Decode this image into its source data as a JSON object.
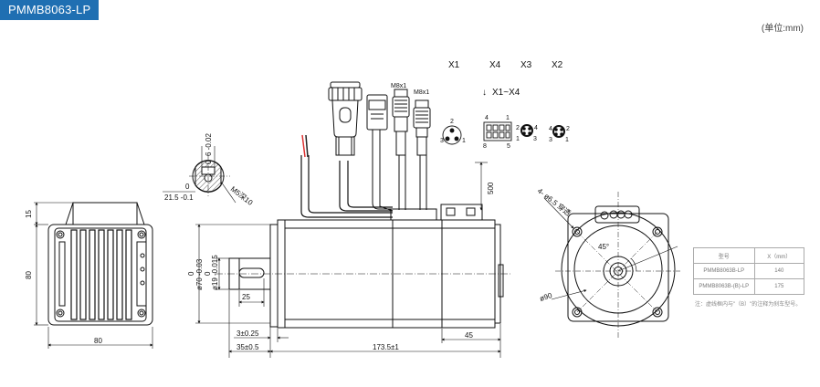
{
  "header": {
    "model_badge": "PMMB8063-LP",
    "unit_label": "(单位:mm)"
  },
  "connectors": {
    "x1": "X1",
    "x4": "X4",
    "x3": "X3",
    "x2": "X2",
    "range_arrow": "↓",
    "range_label": "X1~X4",
    "m8_a": "M8x1",
    "m8_b": "M8x1"
  },
  "pin_labels": {
    "x1_top": "2",
    "x1_left": "3",
    "x1_right": "1",
    "x4_top_left": "4",
    "x4_top_right": "1",
    "x4_bottom_left": "8",
    "x4_bottom_right": "5",
    "x3_left_top": "2",
    "x3_right_top": "4",
    "x3_left_bottom": "1",
    "x3_right_bottom": "3",
    "x2_left_top": "4",
    "x2_right_top": "2",
    "x2_left_bottom": "3",
    "x2_right_bottom": "1"
  },
  "dimensions": {
    "key_0": "0",
    "key_tol": "6 -0.02",
    "shaft_zero": "0",
    "shaft_dia": "21.5 -0.1",
    "thread": "M5深10",
    "cable_len": "500",
    "flange_thk": "15",
    "frame": "80",
    "frame_w": "80",
    "pilot_zero": "0",
    "pilot_dia": "ø70 -0.03",
    "shaft_zero2": "0",
    "shaft_dia2": "ø19 -0.015",
    "key_len": "25",
    "flange_step": "3±0.25",
    "shaft_len": "35±0.5",
    "body_len": "173.5±1",
    "rear_len": "45",
    "holes": "4- ø6.5 穿透",
    "angle": "45°",
    "pcd": "ø90"
  },
  "spec_table": {
    "headers": [
      "型号",
      "X（mm）"
    ],
    "rows": [
      [
        "PMMB8063B-LP",
        "140"
      ],
      [
        "PMMB8063B-(B)-LP",
        "175"
      ]
    ],
    "note": "注：虚线框内与\"（B）\"的注释为刹车型号。"
  }
}
